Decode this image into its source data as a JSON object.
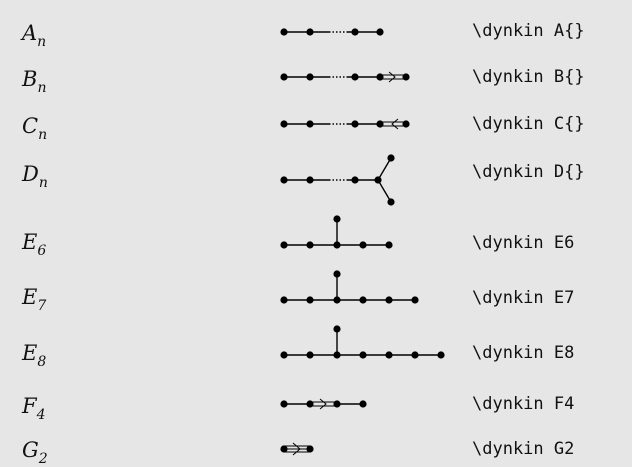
{
  "rows": [
    {
      "letter": "A",
      "subscript": "n",
      "command": "\\dynkin A{}",
      "diagram": "A"
    },
    {
      "letter": "B",
      "subscript": "n",
      "command": "\\dynkin B{}",
      "diagram": "B"
    },
    {
      "letter": "C",
      "subscript": "n",
      "command": "\\dynkin C{}",
      "diagram": "C"
    },
    {
      "letter": "D",
      "subscript": "n",
      "command": "\\dynkin D{}",
      "diagram": "D"
    },
    {
      "letter": "E",
      "subscript": "6",
      "command": "\\dynkin E6",
      "diagram": "E6"
    },
    {
      "letter": "E",
      "subscript": "7",
      "command": "\\dynkin E7",
      "diagram": "E7"
    },
    {
      "letter": "E",
      "subscript": "8",
      "command": "\\dynkin E8",
      "diagram": "E8"
    },
    {
      "letter": "F",
      "subscript": "4",
      "command": "\\dynkin F4",
      "diagram": "F4"
    },
    {
      "letter": "G",
      "subscript": "2",
      "command": "\\dynkin G2",
      "diagram": "G2"
    }
  ]
}
